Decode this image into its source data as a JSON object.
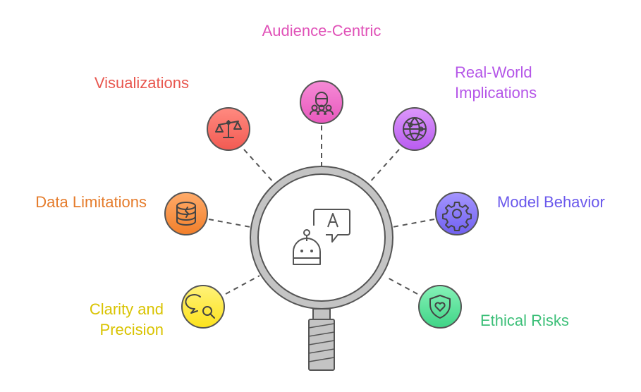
{
  "center": {
    "icon": "robot-chat-icon",
    "bubble_letter": "A"
  },
  "items": [
    {
      "id": "audience-centric",
      "label": "Audience-Centric",
      "icon": "audience-icon",
      "text_color": "#e052b8",
      "fill_top": "#f68ad6",
      "fill_bottom": "#e858bd"
    },
    {
      "id": "visualizations",
      "label": "Visualizations",
      "icon": "scale-icon",
      "text_color": "#e8574f",
      "fill_top": "#ff8a80",
      "fill_bottom": "#f25a52"
    },
    {
      "id": "real-world-implications",
      "label_lines": [
        "Real-World",
        "Implications"
      ],
      "icon": "globe-icon",
      "text_color": "#b556e8",
      "fill_top": "#dc97fb",
      "fill_bottom": "#b95cf0"
    },
    {
      "id": "data-limitations",
      "label": "Data Limitations",
      "icon": "database-icon",
      "text_color": "#e57c2c",
      "fill_top": "#ffab6a",
      "fill_bottom": "#f27f2a"
    },
    {
      "id": "model-behavior",
      "label": "Model Behavior",
      "icon": "gear-icon",
      "text_color": "#6a58ec",
      "fill_top": "#a596ff",
      "fill_bottom": "#7060f0"
    },
    {
      "id": "clarity-and-precision",
      "label_lines": [
        "Clarity and",
        "Precision"
      ],
      "icon": "search-chat-icon",
      "text_color": "#d9c300",
      "fill_top": "#fff27a",
      "fill_bottom": "#fde21c"
    },
    {
      "id": "ethical-risks",
      "label": "Ethical Risks",
      "icon": "shield-heart-icon",
      "text_color": "#3cbf78",
      "fill_top": "#86f2b8",
      "fill_bottom": "#3fd486"
    }
  ]
}
